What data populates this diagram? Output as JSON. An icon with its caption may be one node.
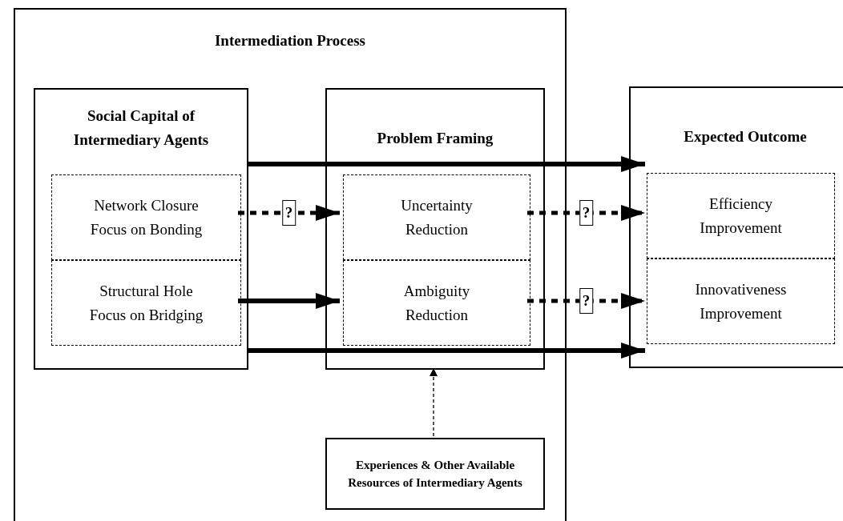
{
  "diagram": {
    "nodes": [
      {
        "text": [
          "Intermediation Process"
        ]
      },
      {
        "text": [
          "Social Capital of Intermediary Agents"
        ],
        "in": 0
      },
      {
        "text": [
          "Network Closure Focus on Bonding"
        ],
        "in": 1
      },
      {
        "text": [
          "Structural Hole Focus on Bridging"
        ],
        "in": 1
      },
      {
        "text": [
          "Problem Framing"
        ],
        "in": 0
      },
      {
        "text": [
          "Uncertainty Reduction"
        ],
        "in": 4
      },
      {
        "text": [
          "Ambiguity Reduction"
        ],
        "in": 4
      },
      {
        "text": [
          "Experiences & Other Available Resources of Intermediary Agents"
        ],
        "in": 0
      },
      {
        "text": [
          "Expected Outcome"
        ]
      },
      {
        "text": [
          "Efficiency Improvement"
        ],
        "in": 8
      },
      {
        "text": [
          "Innovativeness Improvement"
        ],
        "in": 8
      }
    ],
    "edges": [
      {
        "from": 1,
        "to": 9,
        "arrow": "to"
      },
      {
        "from": 2,
        "to": 5,
        "arrow": "to",
        "label": "?",
        "style": "dashed"
      },
      {
        "from": 5,
        "to": 9,
        "arrow": "to",
        "label": "?",
        "style": "dashed"
      },
      {
        "from": 3,
        "to": 6,
        "arrow": "to"
      },
      {
        "from": 6,
        "to": 10,
        "arrow": "to",
        "label": "?",
        "style": "dashed"
      },
      {
        "from": 1,
        "to": 10,
        "arrow": "to"
      },
      {
        "from": 7,
        "to": 4,
        "arrow": "to",
        "style": "dashed"
      }
    ]
  }
}
